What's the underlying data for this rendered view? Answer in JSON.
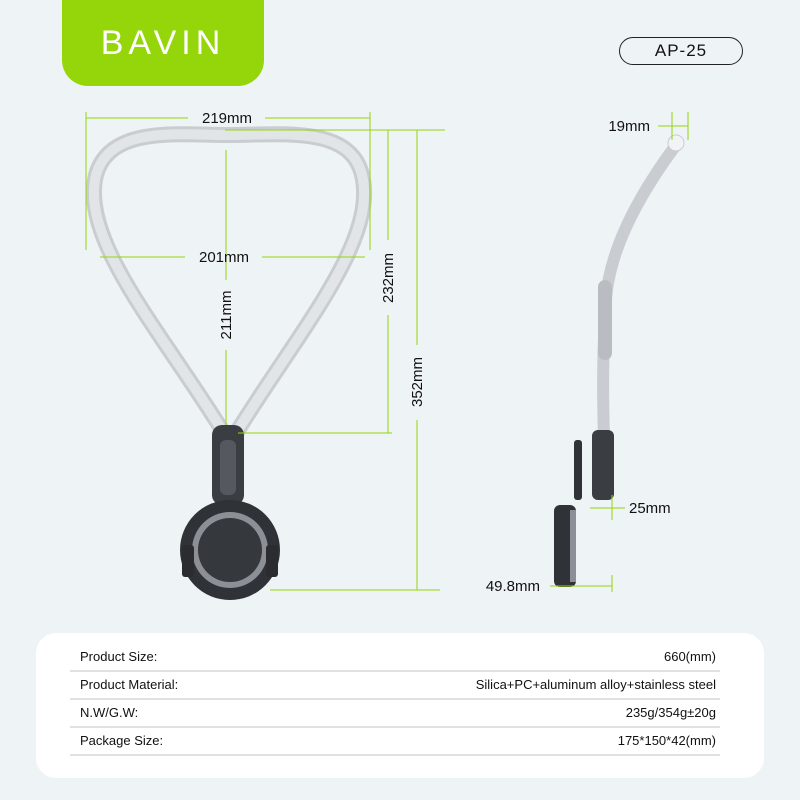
{
  "brand": {
    "logo_text": "BAVIN",
    "accent_color": "#94d60a"
  },
  "model": "AP-25",
  "dimensions": {
    "width_outer": "219mm",
    "width_inner": "201mm",
    "loop_height": "211mm",
    "neck_height": "232mm",
    "total_height": "352mm",
    "tip_diameter": "19mm",
    "clip_depth": "25mm",
    "mount_depth": "49.8mm"
  },
  "specs": [
    {
      "label": "Product Size:",
      "value": "660(mm)"
    },
    {
      "label": "Product Material:",
      "value": "Silica+PC+aluminum alloy+stainless steel"
    },
    {
      "label": "N.W/G.W:",
      "value": "235g/354g±20g"
    },
    {
      "label": "Package Size:",
      "value": "175*150*42(mm)"
    }
  ]
}
